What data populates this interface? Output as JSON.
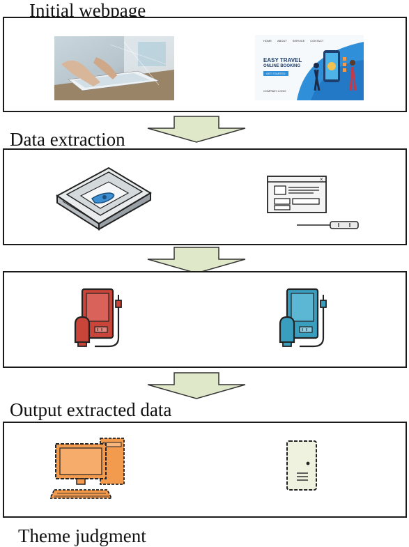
{
  "labels": {
    "initial_webpage": "Initial webpage",
    "data_extraction": "Data extraction",
    "output_extracted_data": "Output extracted data",
    "theme_judgment": "Theme judgment"
  },
  "travel_site": {
    "nav": [
      "HOME",
      "ABOUT",
      "SERVICE",
      "CONTACT"
    ],
    "title_line1": "EASY TRAVEL",
    "title_line2": "ONLINE BOOKING",
    "button": "GET STARTED",
    "footer": "COMPANY LOGO"
  },
  "colors": {
    "arrow_fill": "#dfe8c9",
    "red_device": "#c9453a",
    "blue_device": "#3a9fbf",
    "computer": "#f29a4e",
    "server_box": "#eef2df"
  }
}
